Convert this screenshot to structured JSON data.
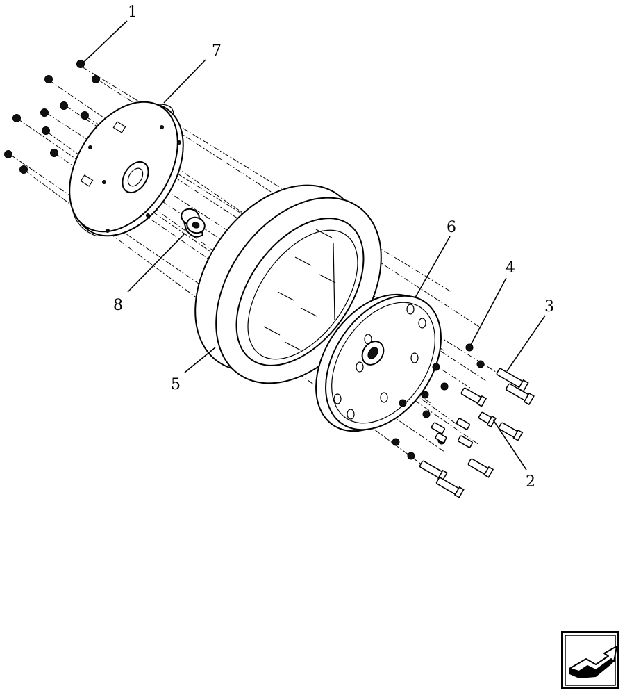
{
  "callouts": [
    {
      "id": "c1",
      "label": "1"
    },
    {
      "id": "c2",
      "label": "2"
    },
    {
      "id": "c3",
      "label": "3"
    },
    {
      "id": "c4",
      "label": "4"
    },
    {
      "id": "c5",
      "label": "5"
    },
    {
      "id": "c6",
      "label": "6"
    },
    {
      "id": "c7",
      "label": "7"
    },
    {
      "id": "c8",
      "label": "8"
    }
  ],
  "icons": {
    "nav": "next-page-arrow-icon"
  }
}
